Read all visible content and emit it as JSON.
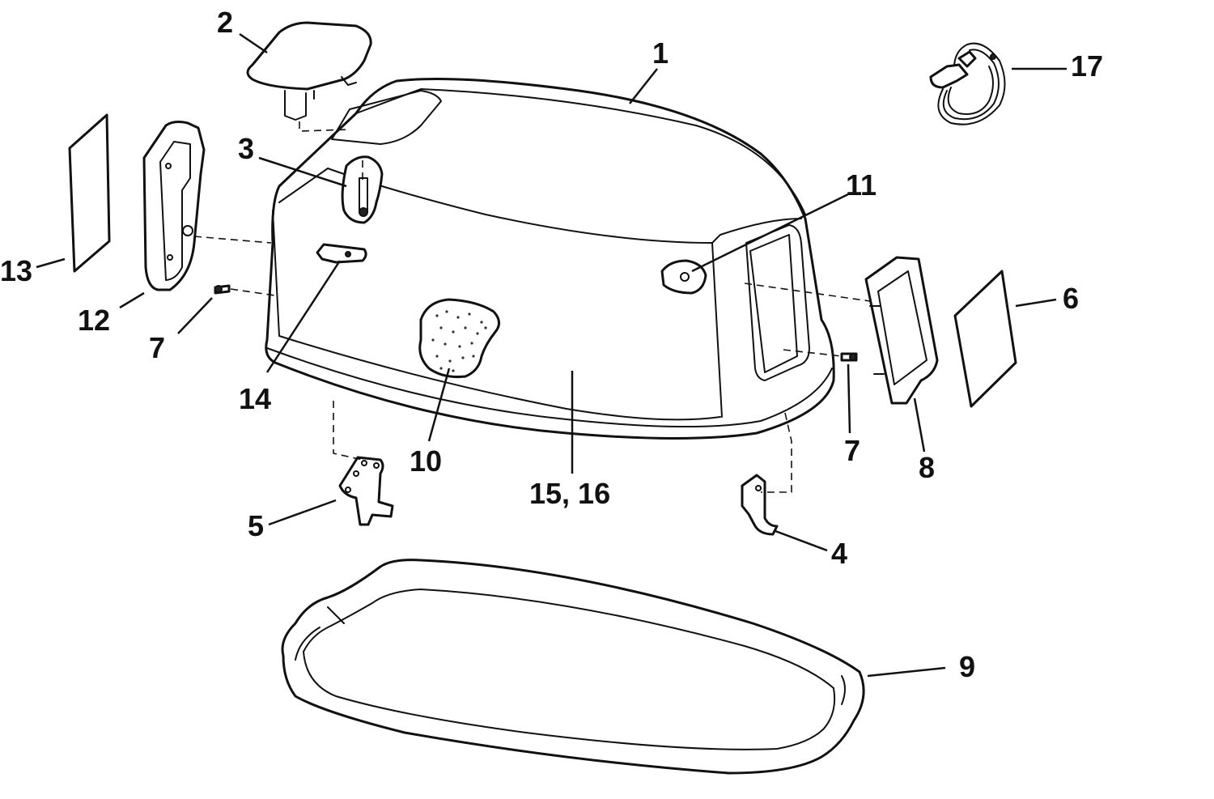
{
  "callouts": {
    "c1": "1",
    "c2": "2",
    "c3": "3",
    "c4": "4",
    "c5": "5",
    "c6": "6",
    "c7_left": "7",
    "c7_right": "7",
    "c8": "8",
    "c9": "9",
    "c10": "10",
    "c11": "11",
    "c12": "12",
    "c13": "13",
    "c14": "14",
    "c15_16": "15, 16",
    "c17": "17"
  }
}
